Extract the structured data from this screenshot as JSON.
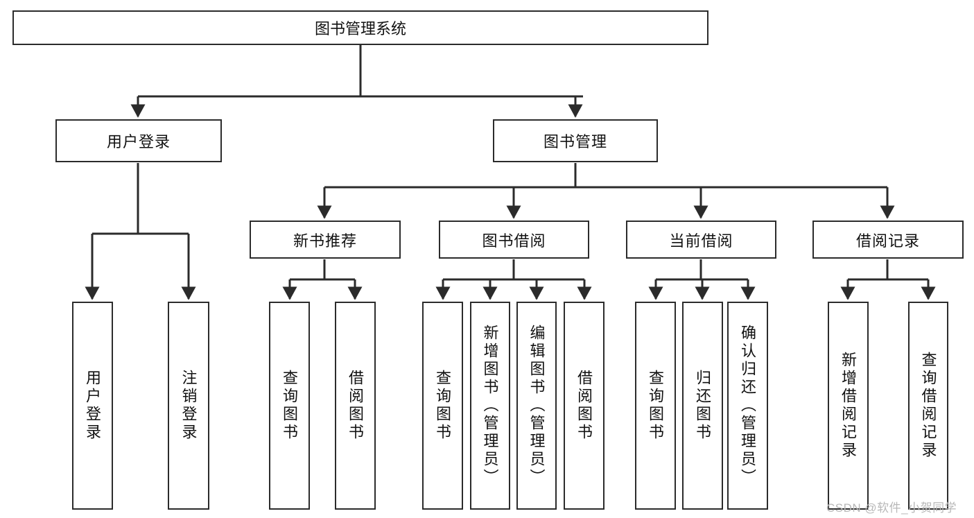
{
  "diagram": {
    "title": "图书管理系统",
    "type": "tree",
    "root": {
      "label": "图书管理系统"
    },
    "level2": [
      {
        "label": "用户登录"
      },
      {
        "label": "图书管理"
      }
    ],
    "level3": [
      {
        "label": "新书推荐"
      },
      {
        "label": "图书借阅"
      },
      {
        "label": "当前借阅"
      },
      {
        "label": "借阅记录"
      }
    ],
    "leaves": [
      {
        "label": "用户登录",
        "parent": "用户登录"
      },
      {
        "label": "注销登录",
        "parent": "用户登录"
      },
      {
        "label": "查询图书",
        "parent": "新书推荐"
      },
      {
        "label": "借阅图书",
        "parent": "新书推荐"
      },
      {
        "label": "查询图书",
        "parent": "图书借阅"
      },
      {
        "label": "新增图书（管理员）",
        "parent": "图书借阅"
      },
      {
        "label": "编辑图书（管理员）",
        "parent": "图书借阅"
      },
      {
        "label": "借阅图书",
        "parent": "图书借阅"
      },
      {
        "label": "查询图书",
        "parent": "当前借阅"
      },
      {
        "label": "归还图书",
        "parent": "当前借阅"
      },
      {
        "label": "确认归还（管理员）",
        "parent": "当前借阅"
      },
      {
        "label": "新增借阅记录",
        "parent": "借阅记录"
      },
      {
        "label": "查询借阅记录",
        "parent": "借阅记录"
      }
    ]
  },
  "watermark": {
    "text": "CSDN @软件_小贺同学"
  },
  "colors": {
    "stroke": "#2b2b2b",
    "background": "#ffffff",
    "text": "#111111",
    "watermark": "#b8b8b8"
  }
}
